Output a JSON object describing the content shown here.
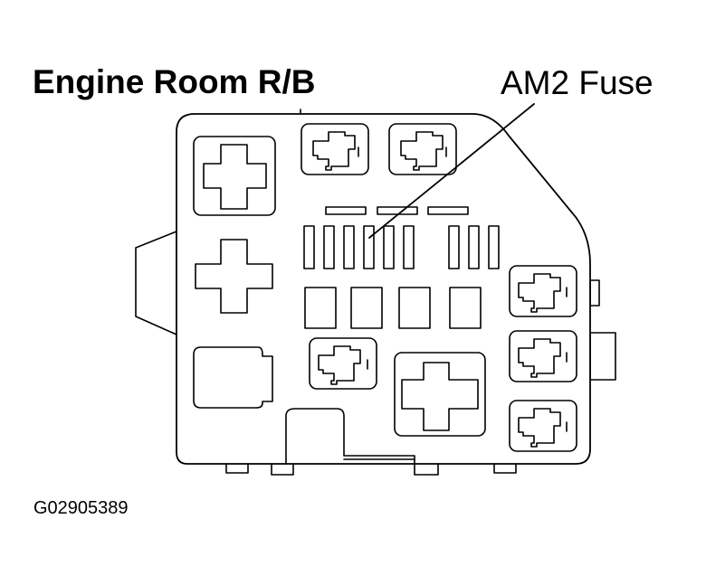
{
  "diagram": {
    "title": "Engine Room R/B",
    "callout_label": "AM2 Fuse",
    "figure_code": "G02905389"
  },
  "colors": {
    "line": "#000000",
    "fill": "#ffffff",
    "slot": "#f4f4f4"
  }
}
